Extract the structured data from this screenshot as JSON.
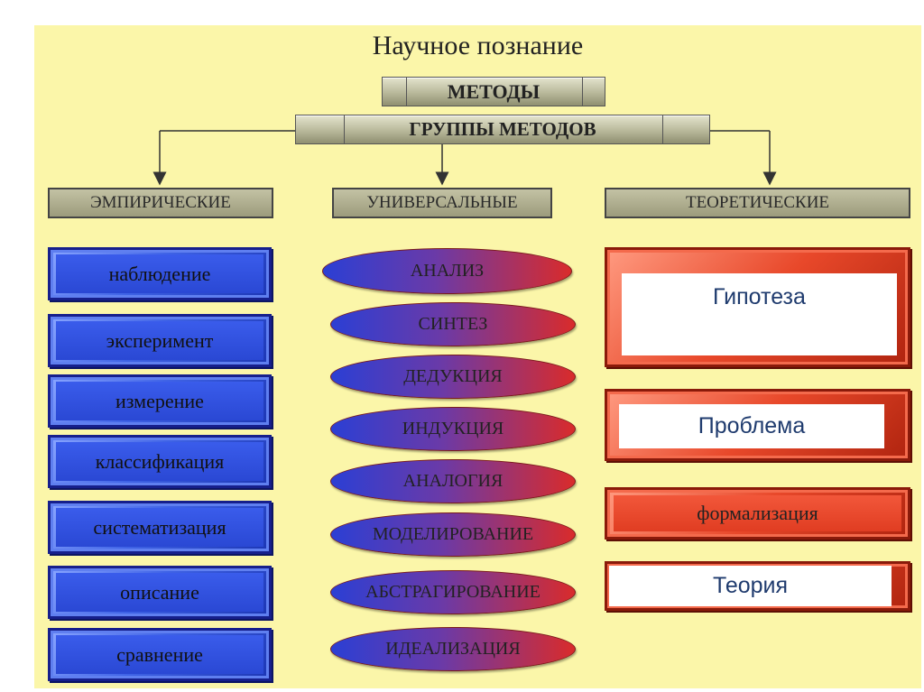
{
  "title": "Научное познание",
  "methods_label": "МЕТОДЫ",
  "groups_label": "ГРУППЫ МЕТОДОВ",
  "columns": {
    "empirical": {
      "header": "ЭМПИРИЧЕСКИЕ",
      "items": [
        "наблюдение",
        "эксперимент",
        "измерение",
        "классификация",
        "систематизация",
        "описание",
        "сравнение"
      ]
    },
    "universal": {
      "header": "УНИВЕРСАЛЬНЫЕ",
      "items": [
        "АНАЛИЗ",
        "СИНТЕЗ",
        "ДЕДУКЦИЯ",
        "ИНДУКЦИЯ",
        "АНАЛОГИЯ",
        "МОДЕЛИРОВАНИЕ",
        "АБСТРАГИРОВАНИЕ",
        "ИДЕАЛИЗАЦИЯ"
      ]
    },
    "theoretical": {
      "header": "ТЕОРЕТИЧЕСКИЕ",
      "items": [
        "Гипотеза",
        "Проблема",
        "формализация",
        "Теория"
      ]
    }
  },
  "colors": {
    "background": "#fbf6a9",
    "blue": "#2a48d4",
    "red": "#e03d22",
    "overlay_text": "#1f3b6e"
  }
}
